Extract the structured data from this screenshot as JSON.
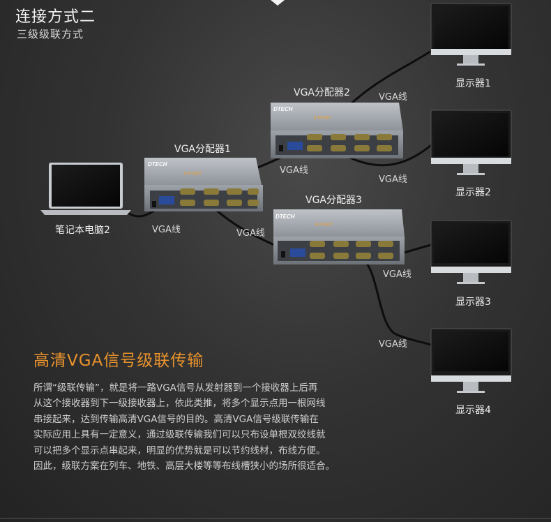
{
  "header": {
    "title": "连接方式二",
    "subtitle": "三级级联方式"
  },
  "laptop": {
    "label": "笔记本电脑2"
  },
  "splitters": [
    {
      "label": "VGA分配器1",
      "brand": "DTECH",
      "port": "8 PORT"
    },
    {
      "label": "VGA分配器2",
      "brand": "DTECH",
      "port": "8 PORT"
    },
    {
      "label": "VGA分配器3",
      "brand": "DTECH",
      "port": "8 PORT"
    }
  ],
  "monitors": [
    {
      "label": "显示器1"
    },
    {
      "label": "显示器2"
    },
    {
      "label": "显示器3"
    },
    {
      "label": "显示器4"
    }
  ],
  "cables": [
    {
      "label": "VGA线"
    },
    {
      "label": "VGA线"
    },
    {
      "label": "VGA线"
    },
    {
      "label": "VGA线"
    },
    {
      "label": "VGA线"
    },
    {
      "label": "VGA线"
    },
    {
      "label": "VGA线"
    }
  ],
  "feature": {
    "title": "高清VGA信号级联传输",
    "lines": [
      "所谓“级联传输”，就是将一路VGA信号从发射器到一个接收器上后再",
      "从这个接收器到下一级接收器上，依此类推，将多个显示点用一根网线",
      "串接起来，达到传输高清VGA信号的目的。高清VGA信号级联传输在",
      "实际应用上具有一定意义，通过级联传输我们可以只布设单根双绞线就",
      "可以把多个显示点串起来，明显的优势就是可以节约线材，布线方便。",
      "因此，级联方案在列车、地铁、高层大楼等等布线槽狭小的场所很适合。"
    ]
  }
}
